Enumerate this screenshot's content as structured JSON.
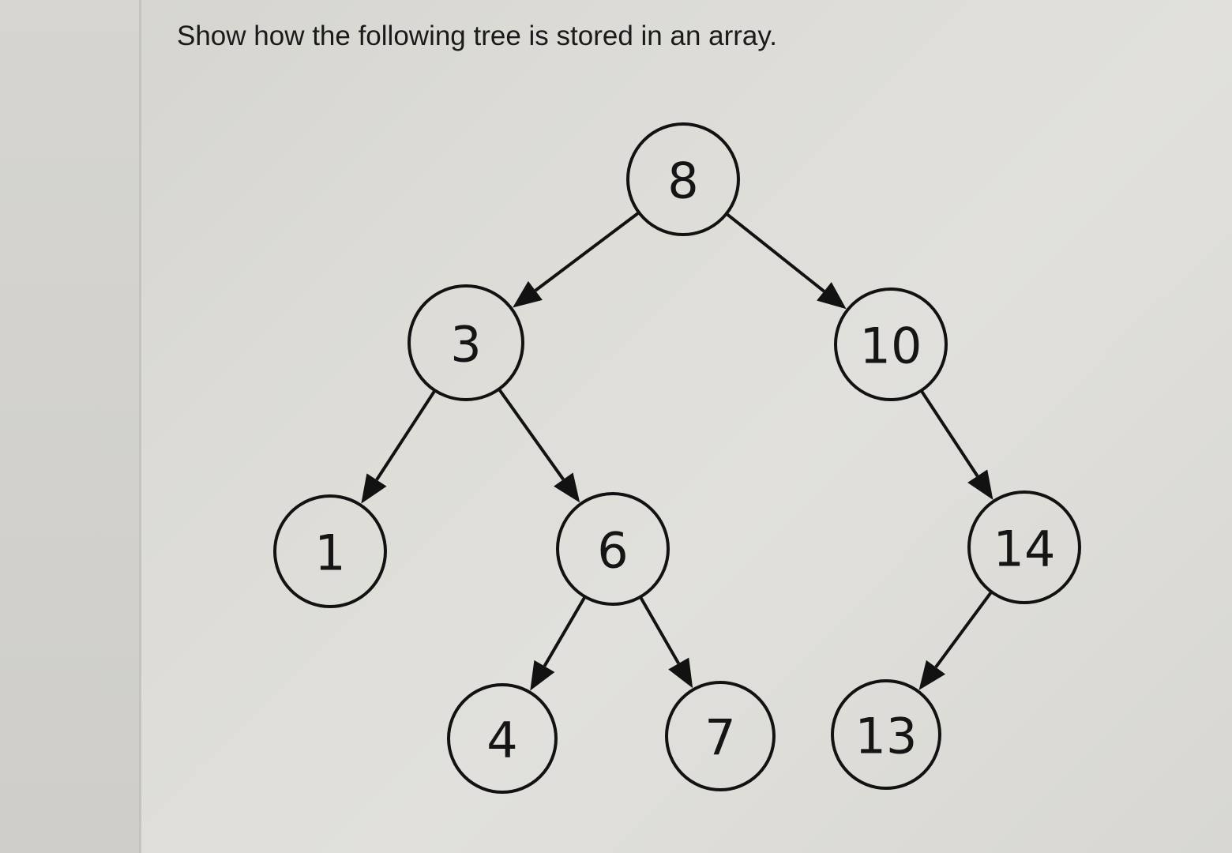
{
  "question": {
    "text": "Show how the following tree is stored in an array."
  },
  "tree": {
    "nodes": [
      {
        "id": "n8",
        "label": "8"
      },
      {
        "id": "n3",
        "label": "3"
      },
      {
        "id": "n10",
        "label": "10"
      },
      {
        "id": "n1",
        "label": "1"
      },
      {
        "id": "n6",
        "label": "6"
      },
      {
        "id": "n14",
        "label": "14"
      },
      {
        "id": "n4",
        "label": "4"
      },
      {
        "id": "n7",
        "label": "7"
      },
      {
        "id": "n13",
        "label": "13"
      }
    ],
    "edges": [
      {
        "from": "n8",
        "to": "n3"
      },
      {
        "from": "n8",
        "to": "n10"
      },
      {
        "from": "n3",
        "to": "n1"
      },
      {
        "from": "n3",
        "to": "n6"
      },
      {
        "from": "n10",
        "to": "n14"
      },
      {
        "from": "n6",
        "to": "n4"
      },
      {
        "from": "n6",
        "to": "n7"
      },
      {
        "from": "n14",
        "to": "n13"
      }
    ]
  }
}
